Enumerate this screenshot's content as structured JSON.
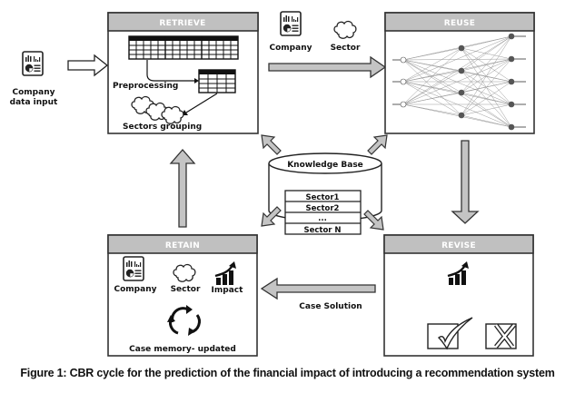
{
  "stages": {
    "retrieve": {
      "title": "RETRIEVE",
      "preprocessing": "Preprocessing",
      "grouping": "Sectors grouping"
    },
    "reuse": {
      "title": "REUSE"
    },
    "revise": {
      "title": "REVISE"
    },
    "retain": {
      "title": "RETAIN",
      "company": "Company",
      "sector": "Sector",
      "impact": "Impact",
      "memory": "Case memory- updated"
    }
  },
  "input": {
    "line1": "Company",
    "line2": "data input"
  },
  "reuse_inputs": {
    "company": "Company",
    "sector": "Sector"
  },
  "knowledge_base": {
    "title": "Knowledge Base",
    "sectors": [
      "Sector1",
      "Sector2",
      "...",
      "Sector N"
    ]
  },
  "case_solution": "Case Solution",
  "caption": "Figure 1: CBR cycle for the prediction of the financial impact of introducing a recommendation system",
  "colors": {
    "header": "#c0c0c0",
    "arrow": "#c4c4c4",
    "border": "#333333"
  }
}
